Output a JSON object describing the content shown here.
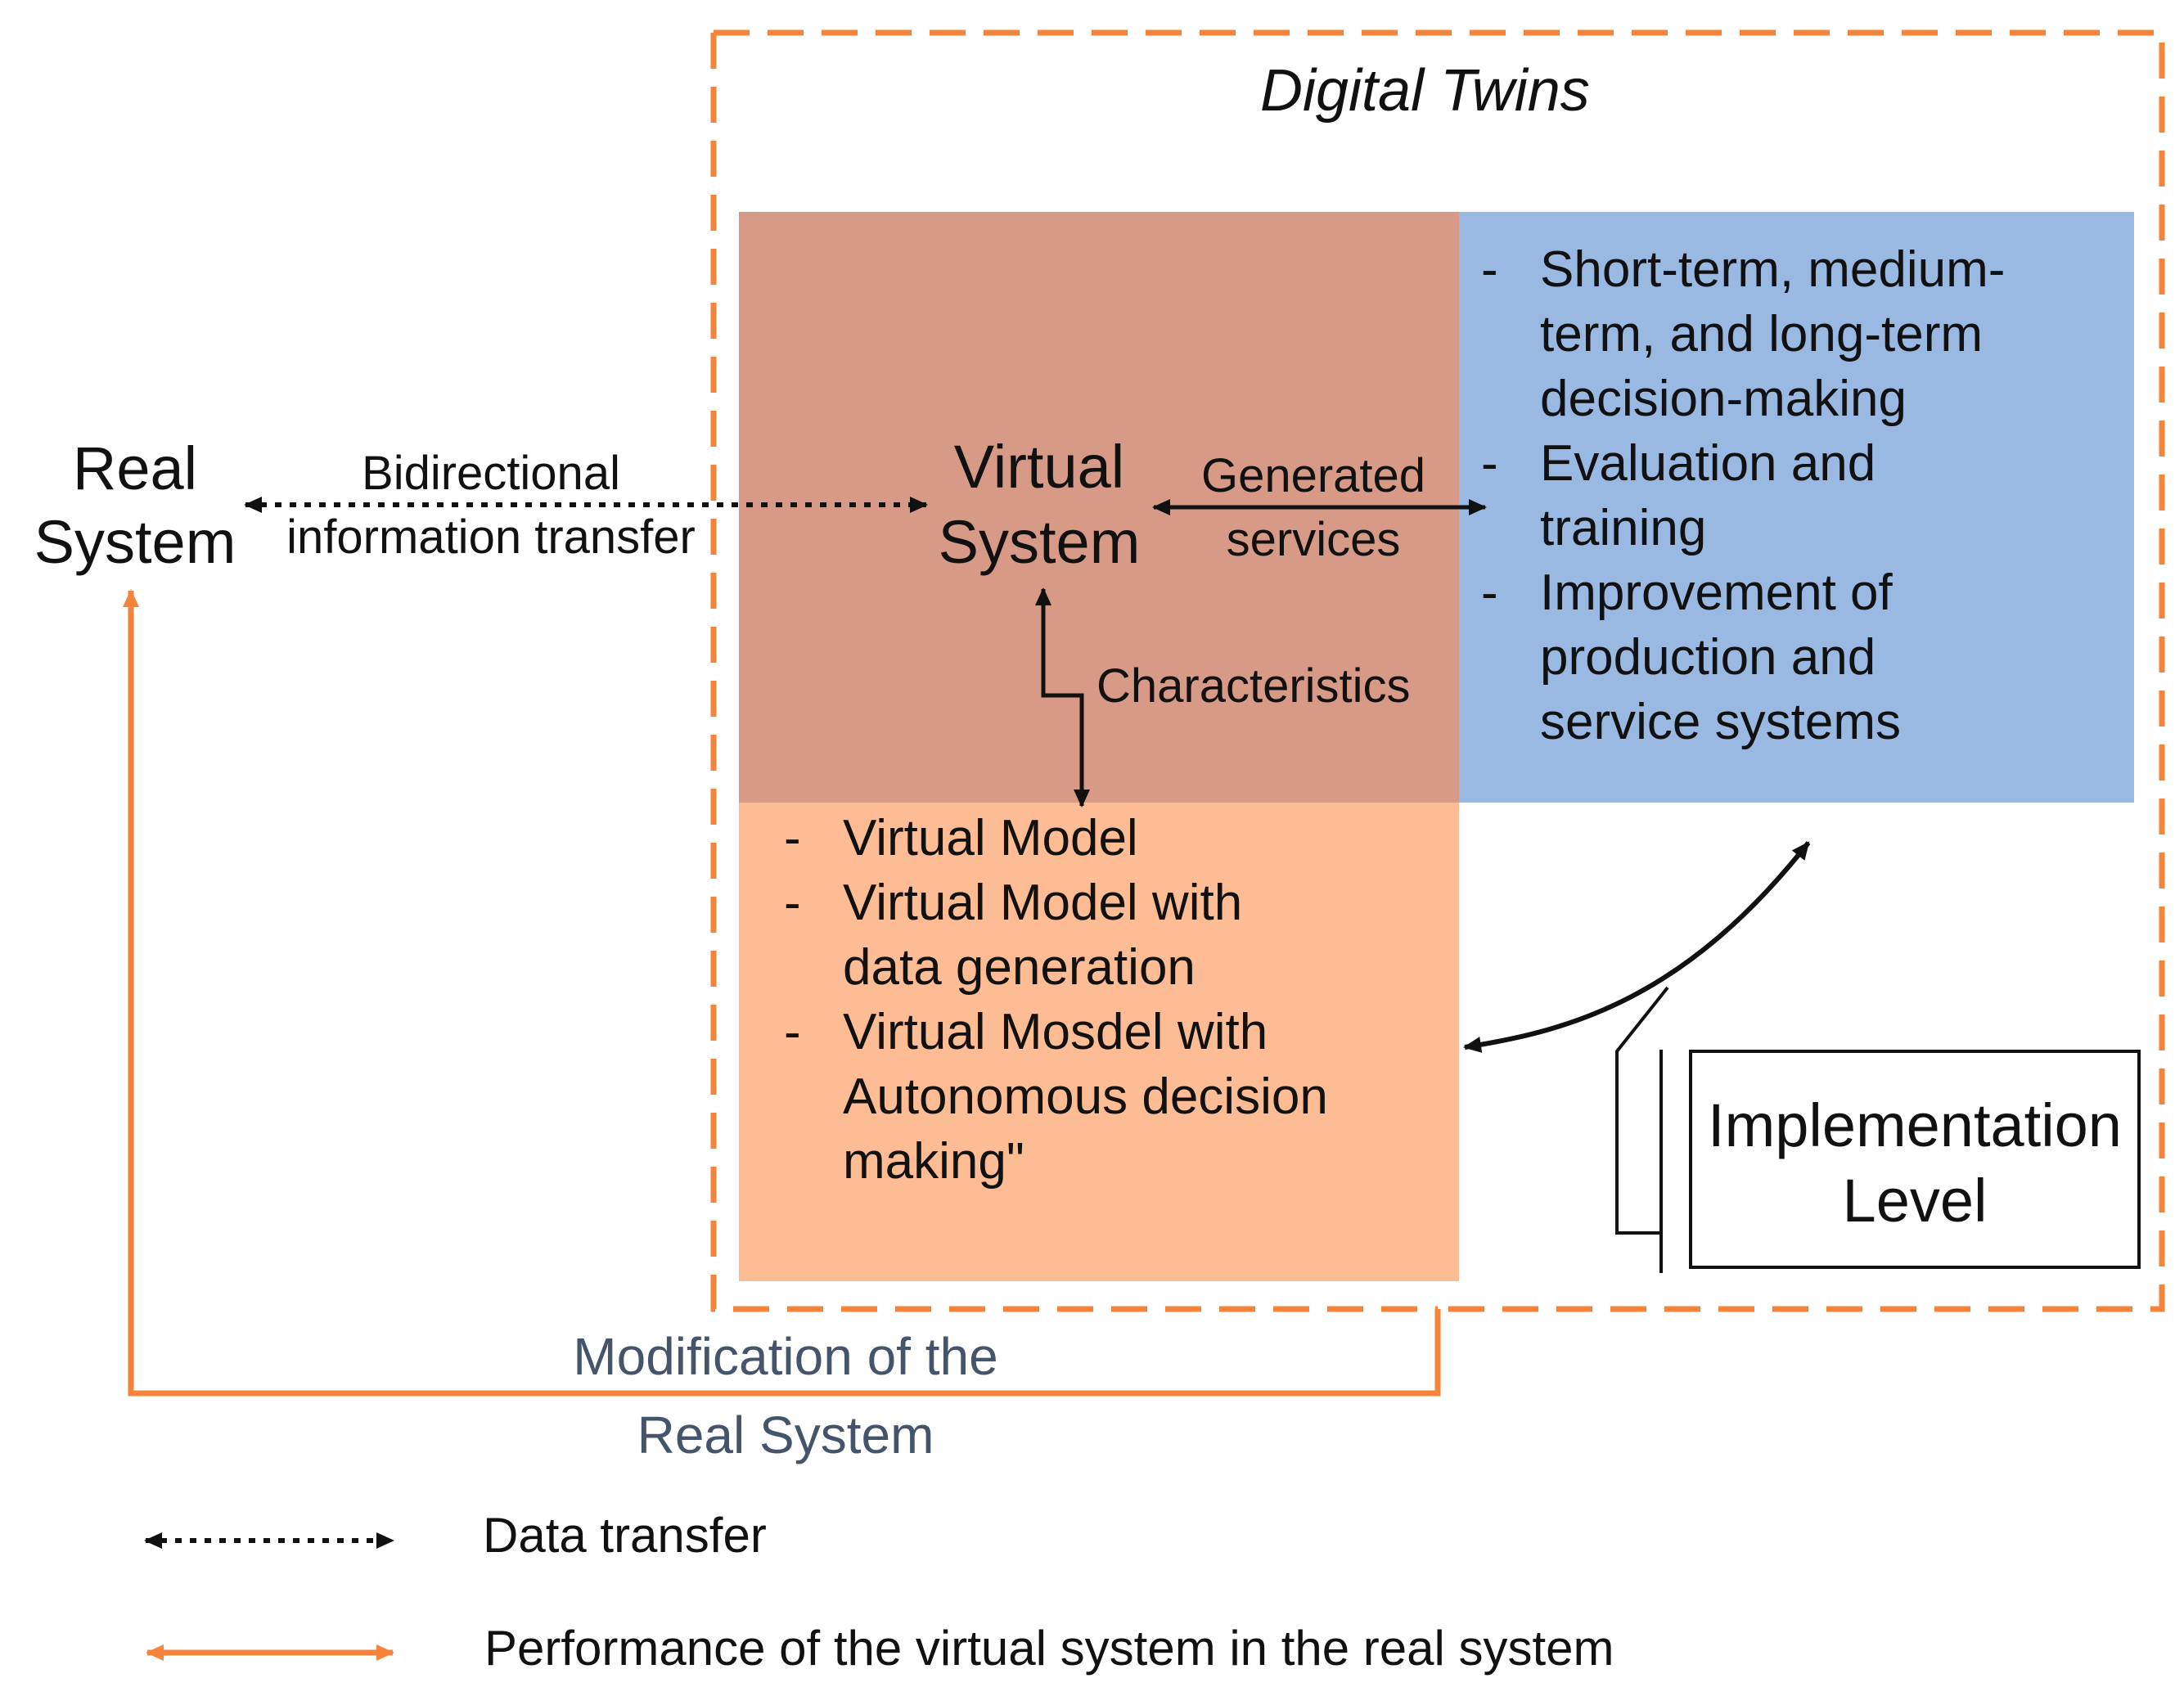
{
  "title": "Digital Twins",
  "real_system": {
    "line1": "Real",
    "line2": "System"
  },
  "bidirectional": {
    "line1": "Bidirectional",
    "line2": "information transfer"
  },
  "virtual_system": {
    "line1": "Virtual",
    "line2": "System"
  },
  "generated_services": {
    "line1": "Generated",
    "line2": "services"
  },
  "characteristics": "Characteristics",
  "services_list": [
    [
      "Short-term, medium-",
      "term, and long-term",
      "decision-making"
    ],
    [
      "Evaluation and",
      "training"
    ],
    [
      "Improvement of",
      "production and",
      "service systems"
    ]
  ],
  "model_list": [
    [
      "Virtual Model"
    ],
    [
      "Virtual Model with",
      "data generation"
    ],
    [
      "Virtual Mosdel with",
      "Autonomous decision",
      "making\""
    ]
  ],
  "bullet": "-",
  "implementation": {
    "line1": "Implementation",
    "line2": "Level"
  },
  "modification": {
    "line1": "Modification of the",
    "line2": "Real System"
  },
  "legend": {
    "data_transfer": "Data transfer",
    "performance": "Performance of the virtual system in the real system"
  },
  "colors": {
    "brown": "#d69a86",
    "blue": "#99b8e2",
    "peach": "#fdbc94",
    "orange": "#f5843a",
    "modification_text": "#44546a"
  }
}
